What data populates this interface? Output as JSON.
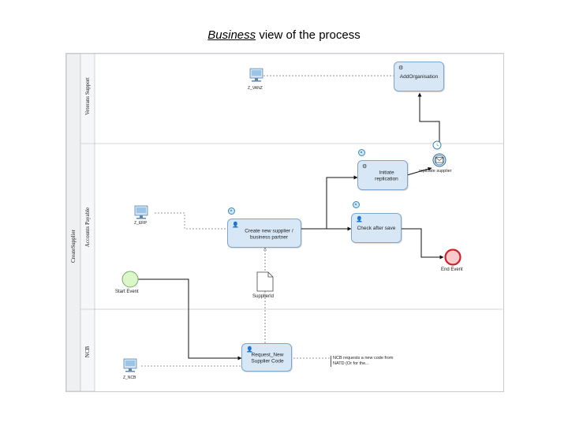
{
  "page": {
    "title_emphasis": "Business",
    "title_rest": " view of the process"
  },
  "pool": {
    "name": "CreateSupplier"
  },
  "lanes": [
    {
      "name": "Veterans Support"
    },
    {
      "name": "Accounts Payable"
    },
    {
      "name": "NCB"
    }
  ],
  "tasks": {
    "add_organisation": "AddOrganisation",
    "initiate_replication": "Initiate replication",
    "create_new_supplier": "Create new supplier / business partner",
    "check_after_save": "Check after save",
    "request_new_supplier_code": "Request_New Supplier Code"
  },
  "events": {
    "start": "Start Event",
    "end": "End Event",
    "replicate_supplier": "replicate supplier"
  },
  "artifacts": {
    "data_object": "SupplierId",
    "annotation": "NCB requests a new code from NATD (Or for the..."
  },
  "systems": {
    "vanz": "Z_VANZ",
    "erp": "Z_ERP",
    "ncb": "Z_NCB"
  },
  "icons": {
    "service_task": "gear-icon",
    "user_task": "person-icon",
    "system": "monitor-icon",
    "message": "envelope-icon",
    "document": "document-icon"
  },
  "colors": {
    "task_fill": "#d7e7f6",
    "task_border": "#7ea6cc",
    "start_fill": "#d9f7c9",
    "end_border": "#d0202a",
    "end_fill": "#f9c9cc"
  }
}
